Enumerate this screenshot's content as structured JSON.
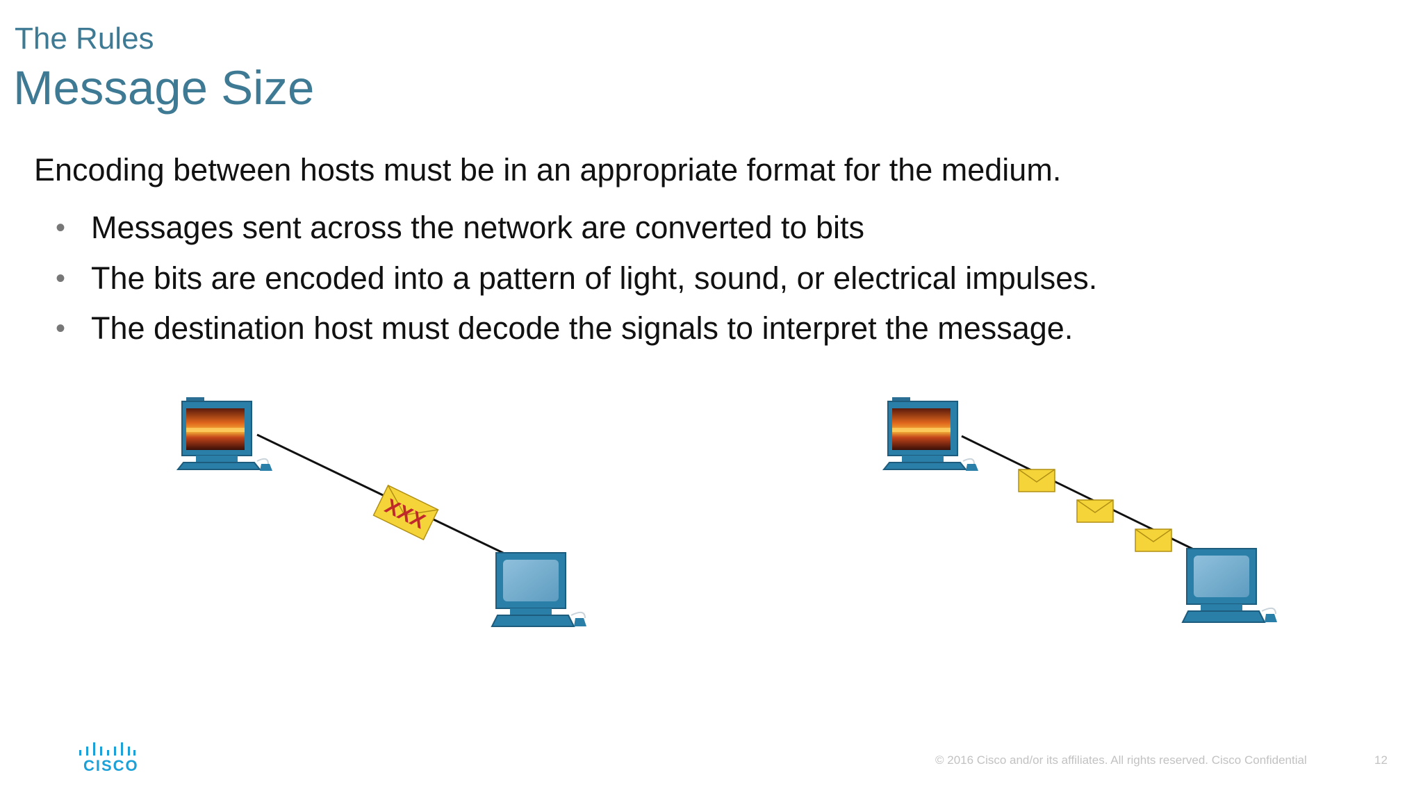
{
  "slide": {
    "supertitle": "The Rules",
    "title": "Message Size",
    "lead": "Encoding between hosts must be in an appropriate format for the medium.",
    "bullets": [
      "Messages sent across the network are converted to bits",
      "The bits are encoded into a pattern of light, sound, or electrical impulses.",
      "The destination host must decode the signals to interpret the message."
    ],
    "bullet_glyph": "•"
  },
  "diagram": {
    "left_envelope_mark": "XXX",
    "computer_color": "#2a7fa8",
    "envelope_color": "#f5d43a",
    "error_color": "#c0282d"
  },
  "footer": {
    "logo_text": "CISCO",
    "copyright": "© 2016  Cisco and/or its affiliates. All rights reserved.   Cisco Confidential",
    "page_number": "12"
  }
}
